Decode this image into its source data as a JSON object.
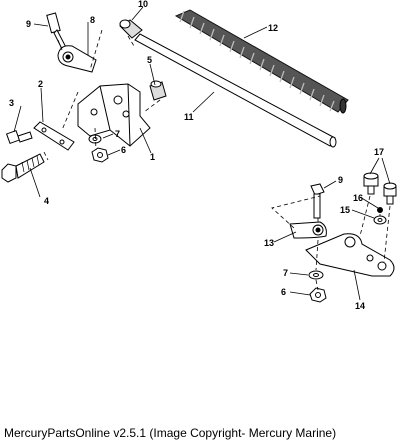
{
  "diagram": {
    "callouts": {
      "c1": "1",
      "c2": "2",
      "c3": "3",
      "c4": "4",
      "c5": "5",
      "c6a": "6",
      "c7a": "7",
      "c8": "8",
      "c9a": "9",
      "c10": "10",
      "c11": "11",
      "c12": "12",
      "c13": "13",
      "c14": "14",
      "c15": "15",
      "c16": "16",
      "c17": "17",
      "c9b": "9",
      "c7b": "7",
      "c6b": "6"
    }
  },
  "footer": {
    "text": "MercuryPartsOnline v2.5.1 (Image Copyright- Mercury Marine)"
  }
}
